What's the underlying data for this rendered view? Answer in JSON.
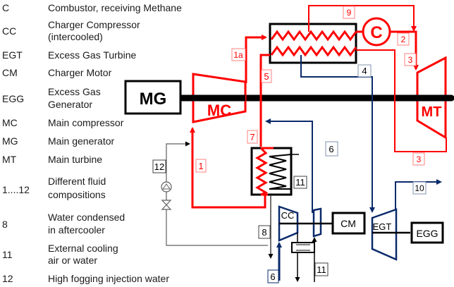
{
  "legend": [
    {
      "abbr": "C",
      "desc": [
        "Combustor, receiving Methane"
      ]
    },
    {
      "abbr": "CC",
      "desc": [
        "Charger Compressor",
        "(intercooled)"
      ]
    },
    {
      "abbr": "EGT",
      "desc": [
        "Excess Gas Turbine"
      ]
    },
    {
      "abbr": "CM",
      "desc": [
        "Charger Motor"
      ]
    },
    {
      "abbr": "EGG",
      "desc": [
        "Excess Gas",
        "Generator"
      ]
    },
    {
      "abbr": "MC",
      "desc": [
        "Main compressor"
      ]
    },
    {
      "abbr": "MG",
      "desc": [
        "Main generator"
      ]
    },
    {
      "abbr": "MT",
      "desc": [
        "Main turbine"
      ]
    },
    {
      "abbr": "1....12",
      "desc": [
        "Different fluid",
        "compositions"
      ]
    },
    {
      "abbr": "8",
      "desc": [
        "Water condensed",
        "in aftercooler"
      ]
    },
    {
      "abbr": "11",
      "desc": [
        "External cooling",
        "air or water"
      ]
    },
    {
      "abbr": "12",
      "desc": [
        "High fogging injection water"
      ]
    }
  ],
  "components": {
    "mg": "MG",
    "mc": "MC",
    "mt": "MT",
    "combustor": "C",
    "cc": "CC",
    "cm": "CM",
    "egt": "EGT",
    "egg": "EGG"
  },
  "streams": {
    "s1": "1",
    "s1a": "1a",
    "s2": "2",
    "s3a": "3",
    "s3b": "3",
    "s4": "4",
    "s5": "5",
    "s6a": "6",
    "s6b": "6",
    "s7": "7",
    "s8": "8",
    "s9": "9",
    "s10": "10",
    "s11a": "11",
    "s11b": "11",
    "s12": "12"
  },
  "colors": {
    "hot": "#ff0000",
    "cold": "#0a2a6b",
    "shaft": "#000000",
    "water": "#404040"
  }
}
